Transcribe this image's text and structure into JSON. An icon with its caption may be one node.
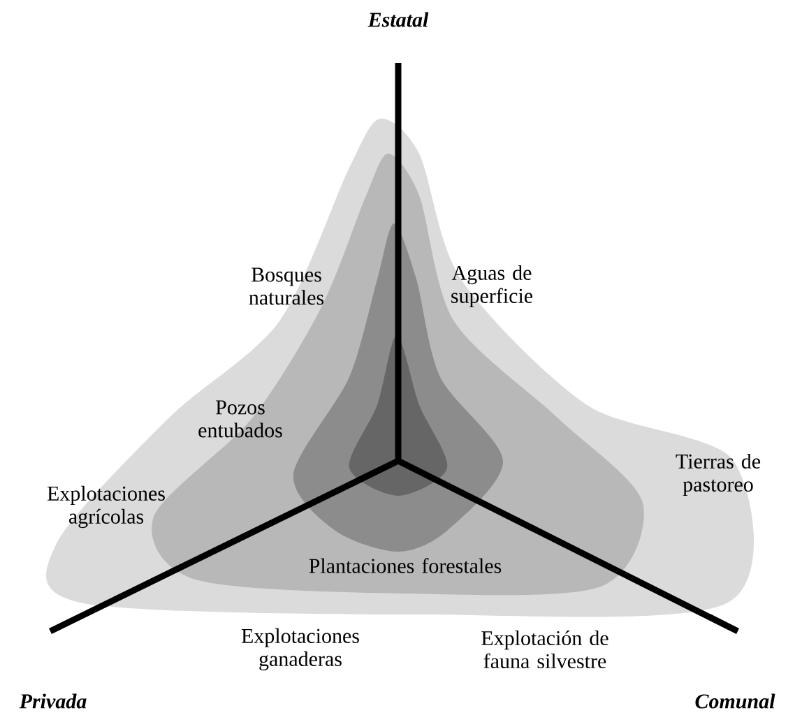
{
  "diagram": {
    "labels": [
      "Estatal",
      "Bosques naturales",
      "Aguas de superficie",
      "Pozos entubados",
      "Tierras de pastoreo",
      "Explotaciones agrícolas",
      "Plantaciones forestales",
      "Explotaciones ganaderas",
      "Explotación de fauna silvestre",
      "Privada",
      "Comunal"
    ]
  }
}
